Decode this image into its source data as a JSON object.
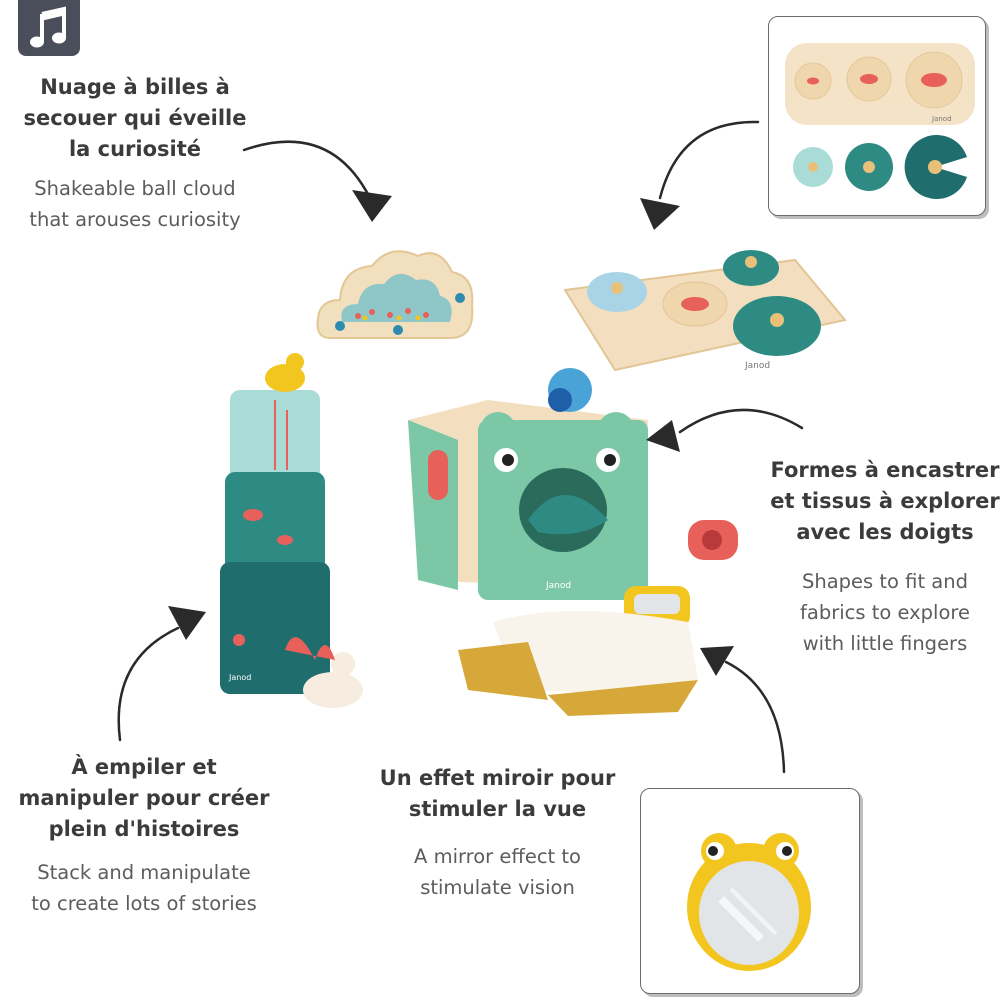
{
  "badge": {
    "icon": "music-note-icon",
    "color": "#4a4e5b"
  },
  "captions": {
    "cloud": {
      "fr": [
        "Nuage à billes à",
        "secouer qui éveille",
        "la curiosité"
      ],
      "en": [
        "Shakeable ball cloud",
        "that arouses curiosity"
      ]
    },
    "shapes": {
      "fr": [
        "Formes à encastrer",
        "et tissus à explorer",
        "avec les doigts"
      ],
      "en": [
        "Shapes to fit and",
        "fabrics to explore",
        "with little fingers"
      ]
    },
    "stack": {
      "fr": [
        "À empiler et",
        "manipuler pour créer",
        "plein d'histoires"
      ],
      "en": [
        "Stack and manipulate",
        "to create lots of stories"
      ]
    },
    "mirror": {
      "fr": [
        "Un effet miroir pour",
        "stimuler la vue"
      ],
      "en": [
        "A mirror effect to",
        "stimulate vision"
      ]
    }
  },
  "brand": "Janod",
  "colors": {
    "wood": "#f3dfbf",
    "teal_dark": "#1f6d6d",
    "teal_mid": "#2e8b84",
    "teal_light": "#a9dcd6",
    "mint": "#7cc8a6",
    "coral": "#e8605a",
    "yellow": "#f3c51f",
    "mustard": "#d6a83a"
  }
}
